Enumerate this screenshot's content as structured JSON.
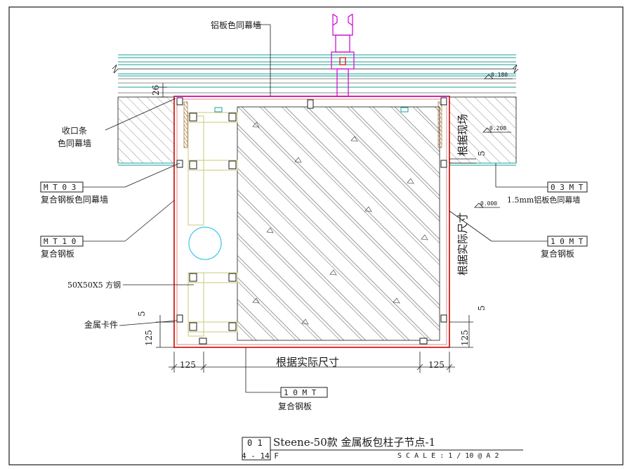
{
  "labels": {
    "aluminum_curtain_wall_top": "铝板色同幕墙",
    "trim_strip_line1": "收口条",
    "trim_strip_line2": "色同幕墙",
    "left_tag1_code": "M T 0 3",
    "left_tag1_desc": "复合钢板色同幕墙",
    "left_tag2_code": "M T 1 0",
    "left_tag2_desc": "复合钢板",
    "square_steel": "50X50X5 方钢",
    "metal_clip": "金属卡件",
    "right_tag1_code": "0 3 M T",
    "right_tag1_desc": "1.5mm铝板色同幕墙",
    "right_tag2_code": "1 0 M T",
    "right_tag2_desc": "复合钢板",
    "bottom_tag_code": "1 0 M T",
    "bottom_tag_desc": "复合钢板",
    "vertical_site_note": "根据现场",
    "vertical_actual_size": "根据实际尺寸",
    "horizontal_actual_size": "根据实际尺寸"
  },
  "dimensions": {
    "d26": "26",
    "d5_left": "5",
    "d125_left": "125",
    "d125_bottom_left": "125",
    "d125_bottom_right": "125",
    "d5_right_top": "5",
    "d5_right_bottom": "5",
    "d125_right": "125"
  },
  "levels": {
    "lv_180": "0.180",
    "lv_200": "0.200",
    "lv_000": "0.000"
  },
  "title_block": {
    "detail_no": "0 1",
    "sheet_ref": "4 - 14 F",
    "title": "Steene-50款 金属板包柱子节点-1",
    "scale": "S C A L E : 1 / 10   @ A 2"
  },
  "colors": {
    "cladding": "#d40000",
    "column_line": "#e05050",
    "mullion": "#cc00cc",
    "steel_tube": "#c8c87a",
    "teal": "#14a39a",
    "clip_circle": "#38c8e8",
    "wood": "#b07a40",
    "ink": "#1a1a1a"
  }
}
